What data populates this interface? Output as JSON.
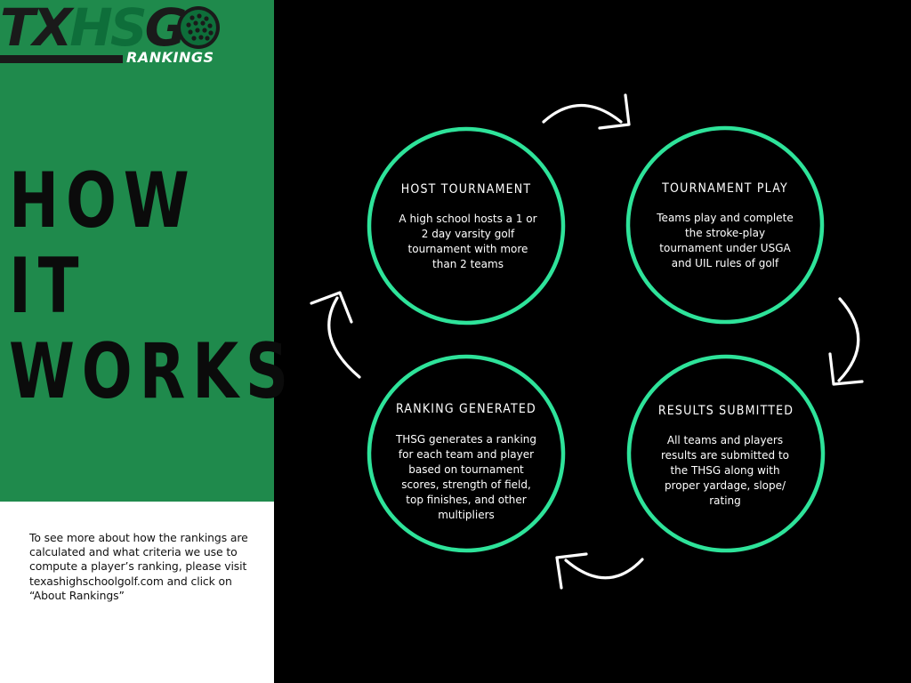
{
  "colors": {
    "green_panel": "#1f8a4c",
    "ring": "#2ee39a",
    "black": "#000000",
    "white": "#ffffff",
    "logo_dark": "#1a1a1a",
    "logo_green": "#0e6e3a"
  },
  "logo": {
    "tx": "TX",
    "hs": "HS",
    "g": "G",
    "subtitle": "RANKINGS",
    "ball_icon": "golf-ball-icon"
  },
  "headline": {
    "line1": "HOW",
    "line2": "IT",
    "line3": "WORKS"
  },
  "note": "To see more about how the rankings are calculated and what criteria we use to compute a player’s ranking, please visit texashighschoolgolf.com and click on “About Rankings”",
  "steps": [
    {
      "title": "HOST TOURNAMENT",
      "description": "A high school hosts a 1 or 2 day varsity golf tournament with more than 2 teams"
    },
    {
      "title": "TOURNAMENT PLAY",
      "description": "Teams play and complete the stroke-play tournament under USGA and UIL rules of golf"
    },
    {
      "title": "RESULTS SUBMITTED",
      "description": "All teams and players results are submitted to the THSG along with proper yardage, slope/ rating"
    },
    {
      "title": "RANKING GENERATED",
      "description": "THSG generates a ranking for each team and player based on tournament scores, strength of field, top finishes, and other multipliers"
    }
  ],
  "arrow_icon": "curved-arrow-icon"
}
